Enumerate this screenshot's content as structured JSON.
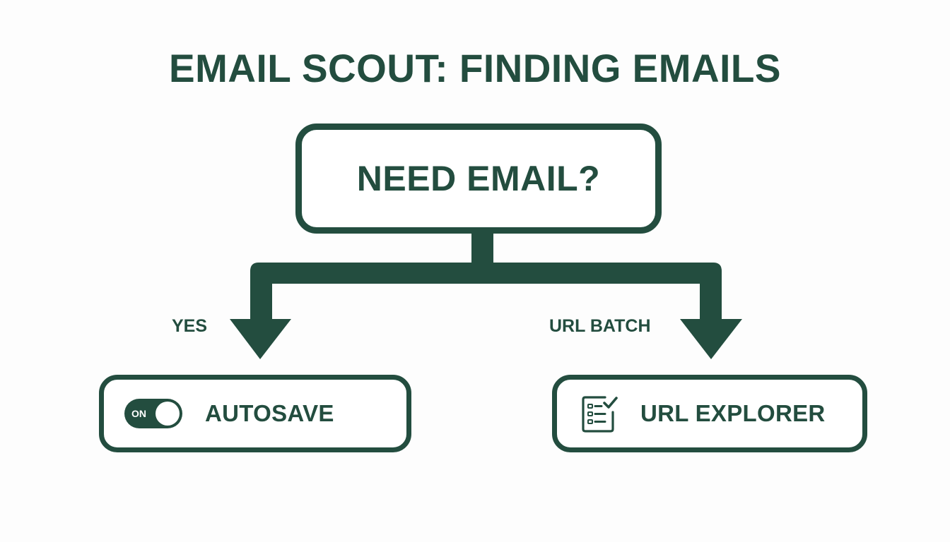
{
  "title": "EMAIL SCOUT: FINDING EMAILS",
  "colors": {
    "primary": "#234d3f",
    "background": "#fdfdfd",
    "box_fill": "#ffffff"
  },
  "decision": {
    "label": "NEED EMAIL?"
  },
  "branches": [
    {
      "label": "YES",
      "target": {
        "label": "AUTOSAVE",
        "icon": "toggle-switch-icon",
        "toggle_state": "ON"
      }
    },
    {
      "label": "URL BATCH",
      "target": {
        "label": "URL EXPLORER",
        "icon": "checklist-icon"
      }
    }
  ]
}
